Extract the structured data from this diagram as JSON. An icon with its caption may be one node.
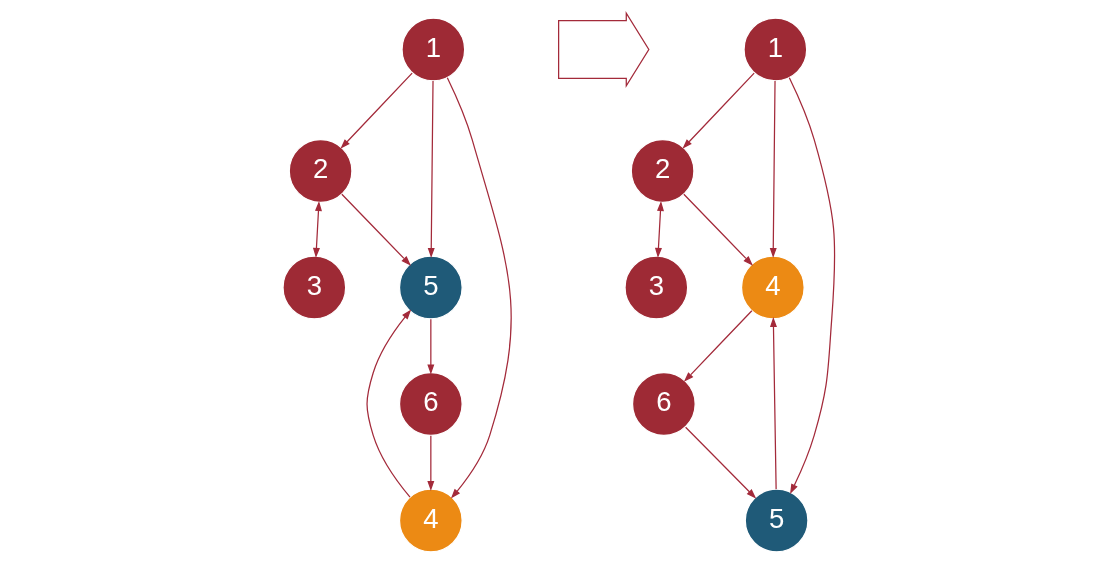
{
  "diagram": {
    "nodes": [
      {
        "text": [
          "1"
        ]
      },
      {
        "text": [
          "2"
        ]
      },
      {
        "text": [
          "3"
        ]
      },
      {
        "text": [
          "4"
        ]
      },
      {
        "text": [
          "5"
        ]
      },
      {
        "text": [
          "6"
        ]
      },
      {
        "text": [],
        "shape": "arrow"
      },
      {
        "text": [
          "1"
        ]
      },
      {
        "text": [
          "2"
        ]
      },
      {
        "text": [
          "3"
        ]
      },
      {
        "text": [
          "4"
        ]
      },
      {
        "text": [
          "5"
        ]
      },
      {
        "text": [
          "6"
        ]
      }
    ],
    "edges": [
      {
        "from": 0,
        "to": 3,
        "arrow": "to"
      },
      {
        "from": 0,
        "to": 1,
        "arrow": "to"
      },
      {
        "from": 0,
        "to": 4,
        "arrow": "to"
      },
      {
        "from": 3,
        "to": 4,
        "arrow": "to"
      },
      {
        "from": 5,
        "to": 3,
        "arrow": "to"
      },
      {
        "from": 1,
        "to": 4,
        "arrow": "to"
      },
      {
        "from": 4,
        "to": 5,
        "arrow": "to"
      },
      {
        "from": 1,
        "to": 2,
        "arrow": "both"
      },
      {
        "from": 7,
        "to": 11,
        "arrow": "to"
      },
      {
        "from": 7,
        "to": 8,
        "arrow": "to"
      },
      {
        "from": 7,
        "to": 10,
        "arrow": "to"
      },
      {
        "from": 11,
        "to": 10,
        "arrow": "to"
      },
      {
        "from": 12,
        "to": 11,
        "arrow": "to"
      },
      {
        "from": 8,
        "to": 10,
        "arrow": "to"
      },
      {
        "from": 10,
        "to": 12,
        "arrow": "to"
      },
      {
        "from": 8,
        "to": 9,
        "arrow": "both"
      }
    ]
  }
}
